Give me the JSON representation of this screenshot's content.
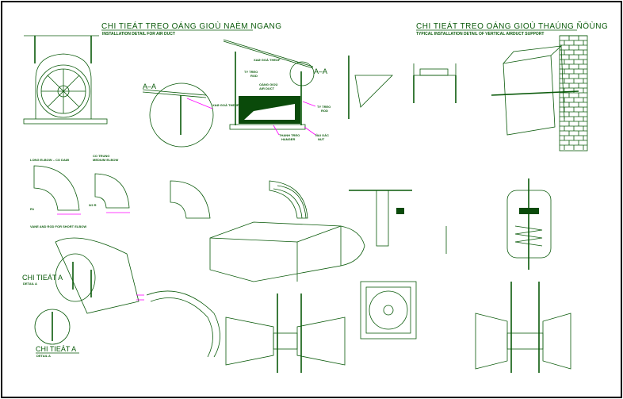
{
  "colors": {
    "line": "#0a5a0a",
    "leader": "#ff00ff",
    "border": "#000000",
    "background": "#ffffff"
  },
  "titles": {
    "horizontal": {
      "vn": "CHI TIEÁT TREO OÁNG GIOÙ NAÈM NGANG",
      "en": "INSTALLATION DETAIL FOR AIR DUCT"
    },
    "vertical": {
      "vn": "CHI TIEÁT TREO OÁNG GIOÙ THAÚNG ÑÖÙNG",
      "en": "TYPICAL INSTALLATION DETAIL OF VERTICAL AIRDUCT SUPPORT"
    },
    "detail_a_1": {
      "vn": "CHI TIEÁT A",
      "en": "DETAIL A"
    },
    "detail_a_2": {
      "vn": "CHI TIEÁT A",
      "en": "DETAIL A"
    }
  },
  "labels": {
    "section_aa": "A–A",
    "rod": "TY TREO",
    "rod_en": "ROD",
    "air_duct": "OÁNG GIOÙ",
    "air_duct_en": "AIR DUCT",
    "steel_beam": "XAØ GOÀ THEÙP",
    "hanger": "THANH TREO",
    "hanger_en": "HANGER",
    "nut": "ÑAI OÁC",
    "nut_en": "NUT",
    "long_elbow": "LONG ELBOW – CO DAØI",
    "medium_elbow_vn": "CO TRUNG",
    "medium_elbow": "MEDIUM ELBOW",
    "vane_note": "VANE AND ROD FOR SHORT ELBOW",
    "r1": "R1",
    "r2": "3/2 R"
  }
}
